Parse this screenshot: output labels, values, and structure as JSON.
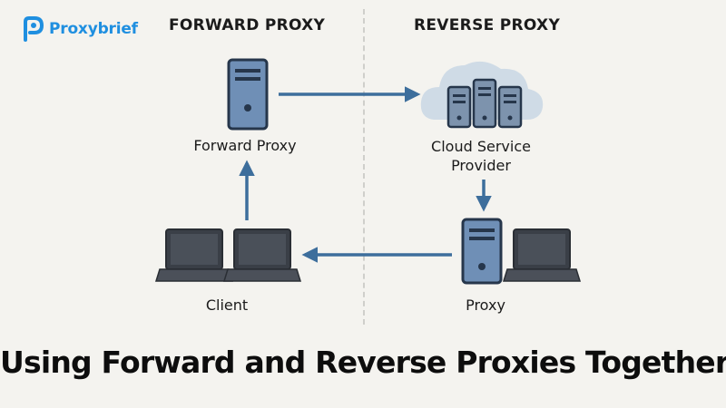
{
  "brand": {
    "name": "Proxybrief",
    "color": "#1f8fe0"
  },
  "sections": {
    "forward_heading": "FORWARD PROXY",
    "reverse_heading": "REVERSE PROXY"
  },
  "nodes": {
    "forward_proxy": "Forward Proxy",
    "cloud_line1": "Cloud Service",
    "cloud_line2": "Provider",
    "client": "Client",
    "proxy": "Proxy"
  },
  "title": "Using Forward and Reverse Proxies Together",
  "colors": {
    "arrow": "#3d6e9c",
    "server_body": "#6f8fb6",
    "server_dark": "#26364b",
    "laptop_screen": "#3a3f47",
    "cloud": "#cfdbe6"
  }
}
